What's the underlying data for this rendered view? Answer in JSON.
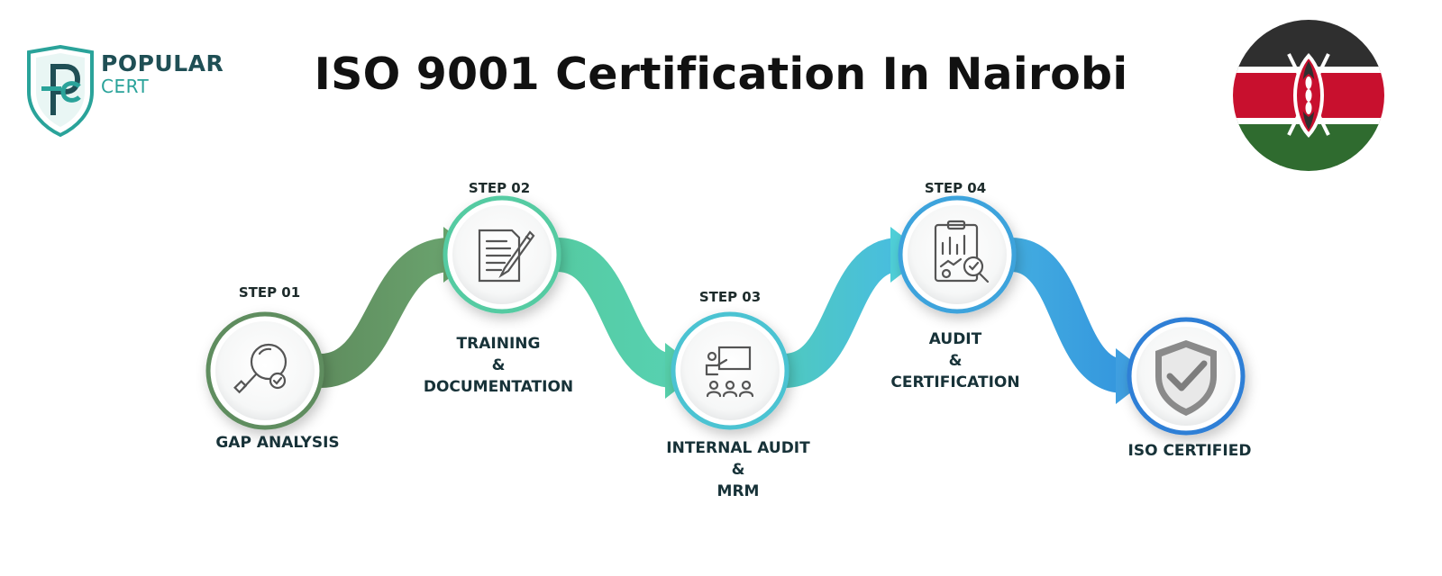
{
  "logo": {
    "line1": "POPULAR",
    "line2": "CERT"
  },
  "title": "ISO 9001 Certification In Nairobi",
  "flag": {
    "country": "Kenya",
    "colors": [
      "#2f2f2f",
      "#ffffff",
      "#c8102e",
      "#2f6b2f"
    ]
  },
  "steps": [
    {
      "label": "STEP 01",
      "desc_lines": [
        "GAP ANALYSIS"
      ],
      "icon": "magnifier-check-icon",
      "color": "#5f8d5e"
    },
    {
      "label": "STEP 02",
      "desc_lines": [
        "TRAINING",
        "&",
        "DOCUMENTATION"
      ],
      "icon": "document-pen-icon",
      "color": "#55cba2"
    },
    {
      "label": "STEP 03",
      "desc_lines": [
        "INTERNAL AUDIT",
        "&",
        "MRM"
      ],
      "icon": "presentation-board-icon",
      "color": "#4cc3d2"
    },
    {
      "label": "STEP 04",
      "desc_lines": [
        "AUDIT",
        "&",
        "CERTIFICATION"
      ],
      "icon": "clipboard-report-icon",
      "color": "#3ea3dc"
    }
  ],
  "final": {
    "desc": "ISO CERTIFIED",
    "icon": "shield-check-icon",
    "color": "#2f7fd6"
  }
}
